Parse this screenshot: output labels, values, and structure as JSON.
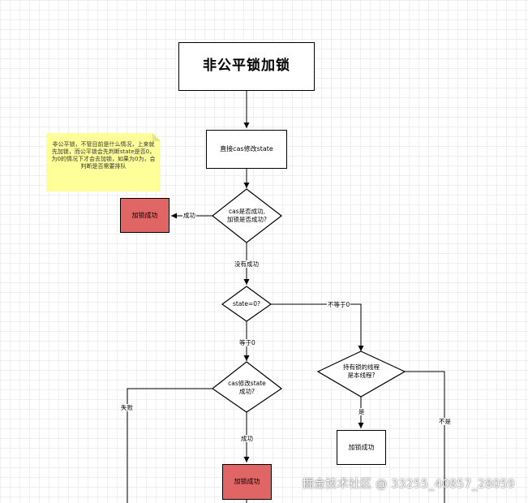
{
  "diagram": {
    "title": "非公平锁加锁",
    "note": "非公平锁，不管目前是什么情况，上来就先加锁，而公平锁会先判断state是否0，为0的情况下才会去加锁，如果为0为，会判断是否需要排队",
    "nodes": {
      "cas_state": "直接cas修改state",
      "cas_success_q": "cas是否成功,\n加锁是否成功?",
      "lock_success_1": "加锁成功",
      "state_zero_q": "state=0?",
      "cas_state_q2": "cas修改state\n成功?",
      "holder_thread_q": "持有锁的线程\n是本线程?",
      "lock_success_2": "加锁成功",
      "lock_success_3": "加锁成功"
    },
    "edge_labels": {
      "success_1": "成功",
      "not_success": "没有成功",
      "not_equal_zero": "不等于0",
      "equal_zero": "等于0",
      "fail": "失败",
      "success_2": "成功",
      "yes": "是",
      "no": "不是"
    },
    "colors": {
      "success_fill": "#e06666",
      "note_fill": "#ffff99"
    }
  },
  "watermark": "掘金技术社区 @ 33255_40857_28059"
}
